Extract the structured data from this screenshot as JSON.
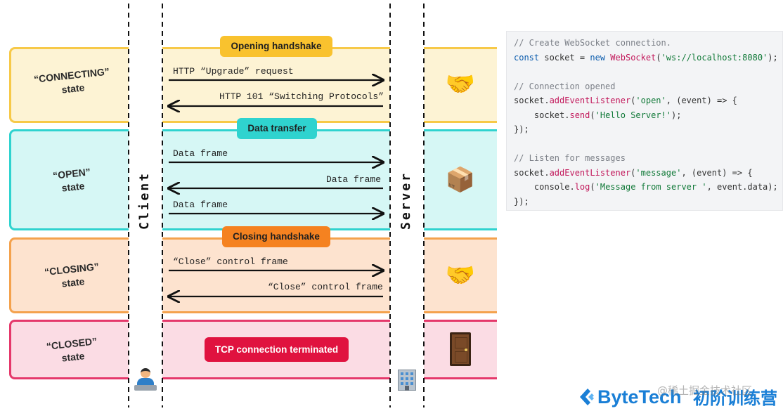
{
  "states": [
    {
      "label": "“CONNECTING”\nstate",
      "fill": "#fdf3d4",
      "border": "#f7c948"
    },
    {
      "label": "“OPEN”\nstate",
      "fill": "#d6f7f5",
      "border": "#2fd3cf"
    },
    {
      "label": "“CLOSING”\nstate",
      "fill": "#fde3cf",
      "border": "#f4a24d"
    },
    {
      "label": "“CLOSED”\nstate",
      "fill": "#fbdce4",
      "border": "#e5386b"
    }
  ],
  "phases": {
    "opening": {
      "label": "Opening handshake",
      "color": "#f9c22e"
    },
    "data": {
      "label": "Data transfer",
      "color": "#2fd3cf"
    },
    "closing": {
      "label": "Closing handshake",
      "color": "#f58220"
    },
    "terminated": {
      "label": "TCP connection terminated",
      "color": "#e0123f",
      "text_color": "#ffffff"
    }
  },
  "messages": [
    {
      "text": "HTTP “Upgrade” request",
      "direction": "right"
    },
    {
      "text": "HTTP 101 “Switching Protocols”",
      "direction": "left"
    },
    {
      "text": "Data frame",
      "direction": "right"
    },
    {
      "text": "Data frame",
      "direction": "left"
    },
    {
      "text": "Data frame",
      "direction": "right"
    },
    {
      "text": "“Close” control frame",
      "direction": "right"
    },
    {
      "text": "“Close” control frame",
      "direction": "left"
    }
  ],
  "actors": {
    "client": "Client",
    "server": "Server"
  },
  "icons": {
    "connecting": "handshake-icon",
    "open": "package-icon",
    "closing": "handshake-icon",
    "closed": "door-icon",
    "client": "technologist-icon",
    "server": "office-building-icon"
  },
  "code": [
    "// Create WebSocket connection.",
    "const socket = new WebSocket('ws://localhost:8080');",
    "",
    "// Connection opened",
    "socket.addEventListener('open', (event) => {",
    "    socket.send('Hello Server!');",
    "});",
    "",
    "// Listen for messages",
    "socket.addEventListener('message', (event) => {",
    "    console.log('Message from server ', event.data);",
    "});"
  ],
  "branding": {
    "logo_text": "ByteTech",
    "subtitle": "初阶训练营",
    "watermark": "@稀土掘金技术社区",
    "logo_color": "#1a7fd6"
  }
}
